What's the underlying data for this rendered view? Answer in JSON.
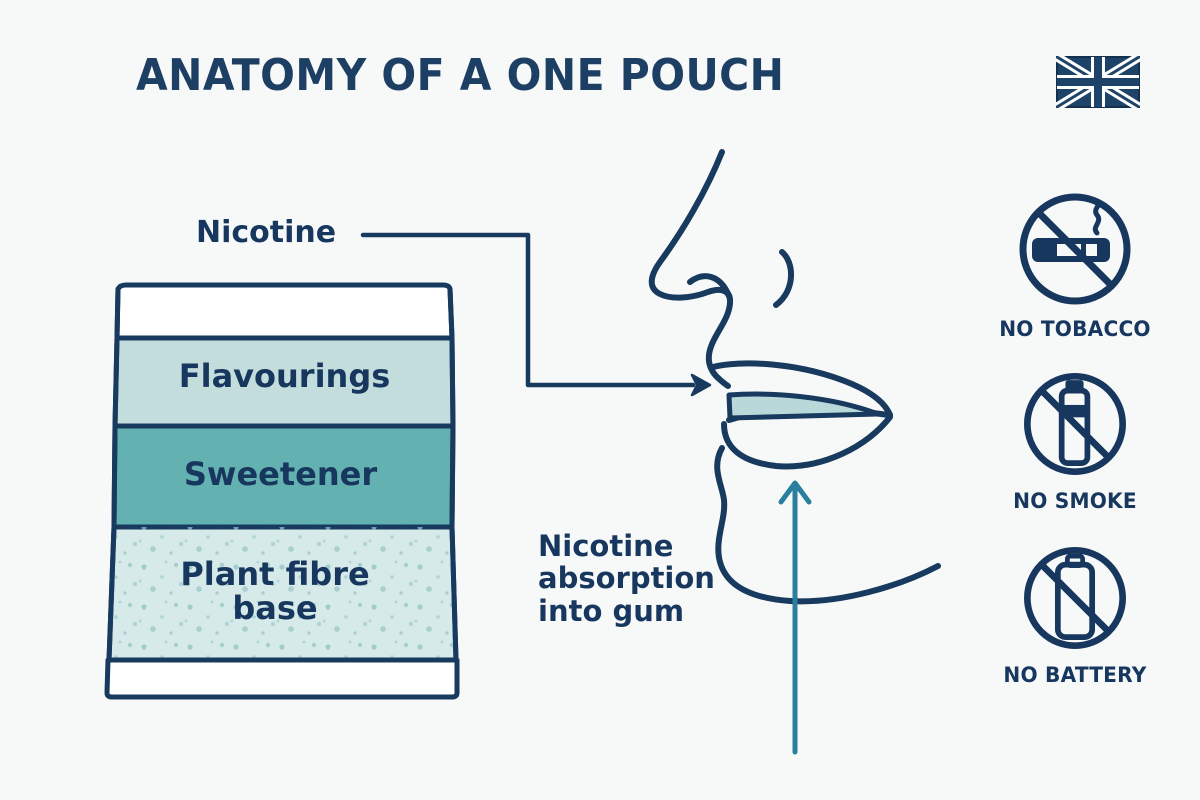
{
  "page": {
    "title": "ANATOMY OF A ONE POUCH",
    "background_color": "#f7f9f9",
    "ink_color": "#17375e"
  },
  "flag": {
    "name": "union-jack-flag",
    "alt": "United Kingdom flag"
  },
  "pouch": {
    "layers": [
      {
        "id": "top-band",
        "label": "",
        "color": "#ffffff"
      },
      {
        "id": "flavourings",
        "label": "Flavourings",
        "color": "#c7ded d"
      },
      {
        "id": "sweetener",
        "label": "Sweetener",
        "color": "#63b1b0"
      },
      {
        "id": "plant-fibre",
        "label": "Plant fibre\nbase",
        "color": "#d6eae9"
      },
      {
        "id": "bottom-band",
        "label": "",
        "color": "#ffffff"
      }
    ],
    "colors": {
      "outline": "#173a5e",
      "flavourings": "#c3dddc",
      "sweetener": "#63b1b0",
      "plant_fibre": "#d6eae9",
      "plant_fibre_speck": "#8cc2c2",
      "band": "#ffffff"
    }
  },
  "callouts": {
    "nicotine": "Nicotine",
    "absorption": "Nicotine\nabsorption\ninto gum"
  },
  "mouth": {
    "pouch_fill": "#b9d8da",
    "arrow_color": "#2b7f9e"
  },
  "icons": [
    {
      "name": "no-tobacco-icon",
      "glyph": "cigarette",
      "caption": "NO TOBACCO"
    },
    {
      "name": "no-smoke-icon",
      "glyph": "vape",
      "caption": "NO SMOKE"
    },
    {
      "name": "no-battery-icon",
      "glyph": "battery",
      "caption": "NO BATTERY"
    }
  ]
}
